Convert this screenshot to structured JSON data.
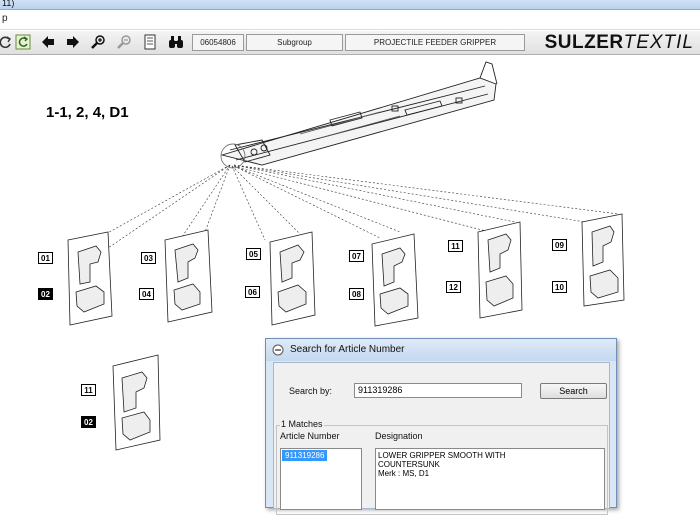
{
  "window": {
    "title_fragment": "11)",
    "menu_fragment": "p"
  },
  "toolbar": {
    "article_code": "06054806",
    "subgroup_label": "Subgroup",
    "group_name": "PROJECTILE FEEDER GRIPPER",
    "brand_main": "SULZER",
    "brand_second": "TEXTIL",
    "icons": [
      "refresh-icon",
      "refresh-green-icon",
      "back-arrow-icon",
      "forward-arrow-icon",
      "zoom-in-icon",
      "zoom-out-icon",
      "print-icon",
      "binoculars-icon"
    ]
  },
  "drawing": {
    "figure_label": "1-1, 2, 4, D1",
    "callouts": [
      "01",
      "02",
      "03",
      "04",
      "05",
      "06",
      "07",
      "08",
      "11",
      "12",
      "09",
      "10",
      "11",
      "02"
    ]
  },
  "dialog": {
    "title": "Search for Article Number",
    "search_by_label": "Search by:",
    "search_value": "911319286",
    "search_button": "Search",
    "matches_label": "1 Matches",
    "col_article": "Article Number",
    "col_designation": "Designation",
    "result_article": "911319286",
    "result_designation_1": "LOWER GRIPPER SMOOTH WITH",
    "result_designation_2": "COUNTERSUNK",
    "result_designation_3": "Merk : MS, D1"
  }
}
